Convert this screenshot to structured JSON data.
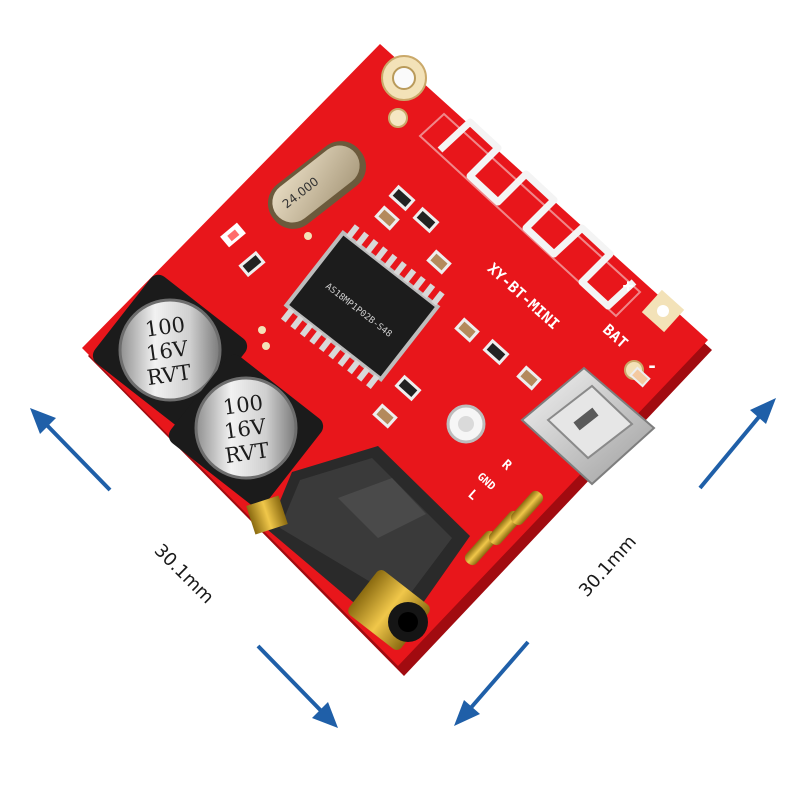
{
  "dimensions": {
    "left_label": "30.1mm",
    "right_label": "30.1mm"
  },
  "board": {
    "silkscreen_title": "XY-BT-MINI",
    "bat_label": "BAT",
    "plus_label": "+",
    "minus_label": "-",
    "gnd_label": "GND",
    "l_label": "L",
    "r_label": "R",
    "crystal_label": "24.000",
    "chip_label": "AS18MP1P02B-S48",
    "capacitor_1": [
      "100",
      "16V",
      "RVT"
    ],
    "capacitor_2": [
      "100",
      "16V",
      "RVT"
    ]
  },
  "colors": {
    "pcb": "#e8161b",
    "pcb_dark": "#b80d12",
    "arrow": "#1f5fa8",
    "silver": "#c9c9c9",
    "black_part": "#1e1e1e"
  }
}
